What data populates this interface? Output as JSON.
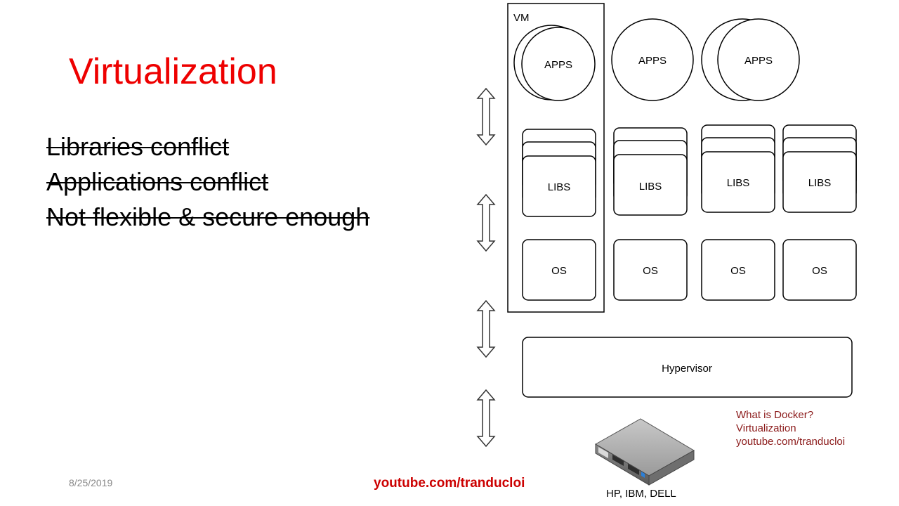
{
  "slide": {
    "title": "Virtualization",
    "struck_items": [
      "Libraries conflict",
      "Applications conflict",
      "Not flexible & secure enough"
    ],
    "date": "8/25/2019",
    "footer_link": "youtube.com/tranducloi"
  },
  "diagram": {
    "vm_label": "VM",
    "apps_label": "APPS",
    "libs_label": "LIBS",
    "os_label": "OS",
    "hypervisor_label": "Hypervisor",
    "hardware_label": "HP, IBM, DELL"
  },
  "caption": {
    "lines": [
      "What is Docker?",
      "Virtualization",
      "youtube.com/tranducloi"
    ]
  },
  "colors": {
    "title": "#ee0000",
    "footer_link": "#cc0000",
    "caption": "#8b1a1a"
  }
}
